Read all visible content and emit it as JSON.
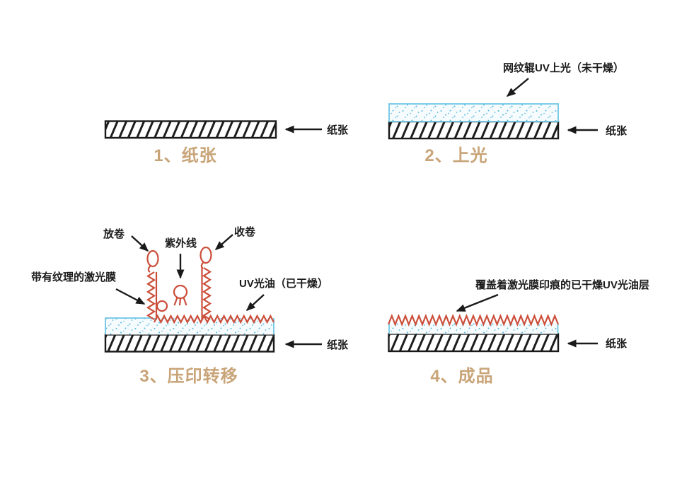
{
  "diagram": {
    "subject": "UV cast-and-cure holographic coating process",
    "colors": {
      "ink": "#1a1a1a",
      "film_red": "#cb4e3a",
      "coating_border": "#6ec6e3",
      "coating_dot": "#54b9dc",
      "coating_fill": "#f6fbfe",
      "caption_tan": "#c8a478",
      "background": "#ffffff"
    },
    "steps": [
      {
        "caption": "1、纸张",
        "paper_label": "纸张"
      },
      {
        "caption": "2、上光",
        "coating_label": "网纹辊UV上光（未干燥）",
        "paper_label": "纸张"
      },
      {
        "caption": "3、压印转移",
        "unwind_label": "放卷",
        "uv_label": "紫外线",
        "rewind_label": "收卷",
        "film_label": "带有纹理的激光膜",
        "varnish_label": "UV光油（已干燥）",
        "paper_label": "纸张"
      },
      {
        "caption": "4、成品",
        "result_label": "覆盖着激光膜印痕的已干燥UV光油层",
        "paper_label": "纸张"
      }
    ]
  }
}
